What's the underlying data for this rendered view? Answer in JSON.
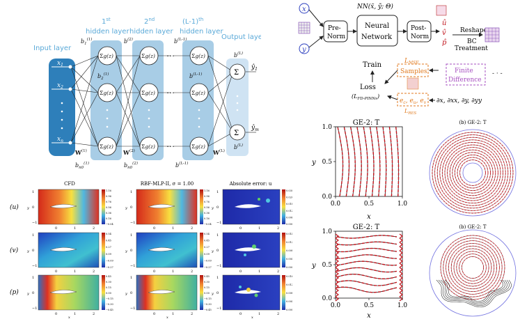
{
  "nn": {
    "input_layer": "Input layer",
    "hidden1_a": "1",
    "hidden1_sup": "st",
    "hidden_word": "hidden layer",
    "hidden2_a": "2",
    "hidden2_sup": "nd",
    "hiddenL_a": "(L-1)",
    "hiddenL_sup": "th",
    "output_layer": "Output layer",
    "x1": "x",
    "x1_sub": "1",
    "x2": "x",
    "x2_sub": "2",
    "xn": "x",
    "xn_sub": "n",
    "node_fn": "g(z)",
    "b1": "b",
    "b1_sub": "1",
    "b1_sup": "(1)",
    "b2": "b",
    "b2_sub": "2",
    "b2_sup": "(1)",
    "b1_2": "b",
    "b1_2_sup": "(2)",
    "b1_L": "b",
    "b1_L_sup": "(L-1)",
    "b2_L": "b",
    "b2_L_sup": "(L-1)",
    "b1_out": "b",
    "b1_out_sup": "(L)",
    "bm_out": "b",
    "bm_out_sup": "(L)",
    "bn0_1": "b",
    "bn0_1_sub": "n0",
    "bn0_1_sup": "(1)",
    "bn0_2": "b",
    "bn0_2_sub": "n0",
    "bn0_2_sup": "(2)",
    "bn0_L": "b",
    "bn0_L_sup": "(L-1)",
    "W1": "W",
    "W1_sup": "(1)",
    "W2": "W",
    "W2_sup": "(2)",
    "WL": "W",
    "WL_sup": "(L)",
    "y1": "ŷ",
    "y1_sub": "1",
    "ym": "ŷ",
    "ym_sub": "m",
    "sum": "Σ",
    "dots": "⋯"
  },
  "flow": {
    "x": "x",
    "y": "y",
    "nn_label": "NN(x̃, ỹ; Θ)",
    "pre_norm_1": "Pre-",
    "pre_norm_2": "Norm",
    "neural_1": "Neural",
    "neural_2": "Network",
    "post_norm_1": "Post-",
    "post_norm_2": "Norm",
    "u_hat": "û",
    "v_hat": "v̂",
    "p_hat": "p̂",
    "reshape": "Reshape",
    "bc_1": "BC",
    "bc_2": "Treatment",
    "train": "Train",
    "l_mse": "L",
    "l_mse_sub": "MSE",
    "samples": "Samples",
    "finite_1": "Finite",
    "finite_2": "Difference",
    "loss_1": "Loss",
    "loss_2": "(L",
    "loss_2_sub": "FD-PINNs",
    "loss_2_end": ")",
    "residuals": "e",
    "res_sub_c": "c",
    "res_sub_u": "u",
    "res_sub_v": "v",
    "l_res": "L",
    "l_res_sub": "RES",
    "derivs": "∂x, ∂xx, ∂y, ∂yy",
    "dash_dot": "- · -"
  },
  "airfoil": {
    "col_cfd": "CFD",
    "col_rbf": "RBF-MLP-II, σ = 1.00",
    "col_err": "Absolute error: u",
    "row_u": "(u)",
    "row_v": "(v)",
    "row_p": "(p)",
    "ylab": "y",
    "xlab": "x",
    "yticks": [
      "1",
      "0",
      "−1"
    ],
    "xticks": [
      "0",
      "1",
      "2"
    ],
    "cb_u": [
      "1.16",
      "0.96",
      "0.76",
      "0.56",
      "0.36",
      "0.16",
      "−0.04"
    ],
    "cb_err_u": [
      "0.030",
      "0.024",
      "0.018",
      "0.012",
      "0.006",
      "0.000"
    ],
    "cb_v": [
      "0.54",
      "0.45",
      "0.27",
      "0.09",
      "−0.09",
      "−0.27"
    ],
    "cb_err_v": [
      "0.014",
      "0.012",
      "0.008",
      "0.004",
      "0.000"
    ],
    "cb_p": [
      "0.45",
      "0.30",
      "0.15",
      "0.00",
      "−0.15",
      "−0.30",
      "−0.45"
    ],
    "cb_err_p": [
      "0.016",
      "0.012",
      "0.008",
      "0.004",
      "0.000"
    ]
  },
  "ge_top": {
    "title": "GE-2: T",
    "xlabel": "x",
    "ylabel": "y",
    "xticks": [
      "0.0",
      "0.5",
      "1.0"
    ],
    "yticks": [
      "0.0",
      "0.5",
      "1.0"
    ]
  },
  "ge_bottom": {
    "title": "GE-2: T",
    "xlabel": "x",
    "ylabel": "y",
    "xticks": [
      "0.0",
      "0.5",
      "1.0"
    ],
    "yticks": [
      "0.0",
      "0.5",
      "1.0"
    ]
  },
  "circle_top": {
    "title": "(b) GE-2: T"
  },
  "circle_bottom": {
    "title": "(b) GE-2: T"
  },
  "colors": {
    "nn_blue": "#2e7fba",
    "nn_light": "#a8cde6",
    "nn_label": "#5aa9d8",
    "red": "#c0141c",
    "orange": "#e07a1f",
    "purple": "#a64fc0",
    "flow_blue": "#2c3fbf"
  }
}
